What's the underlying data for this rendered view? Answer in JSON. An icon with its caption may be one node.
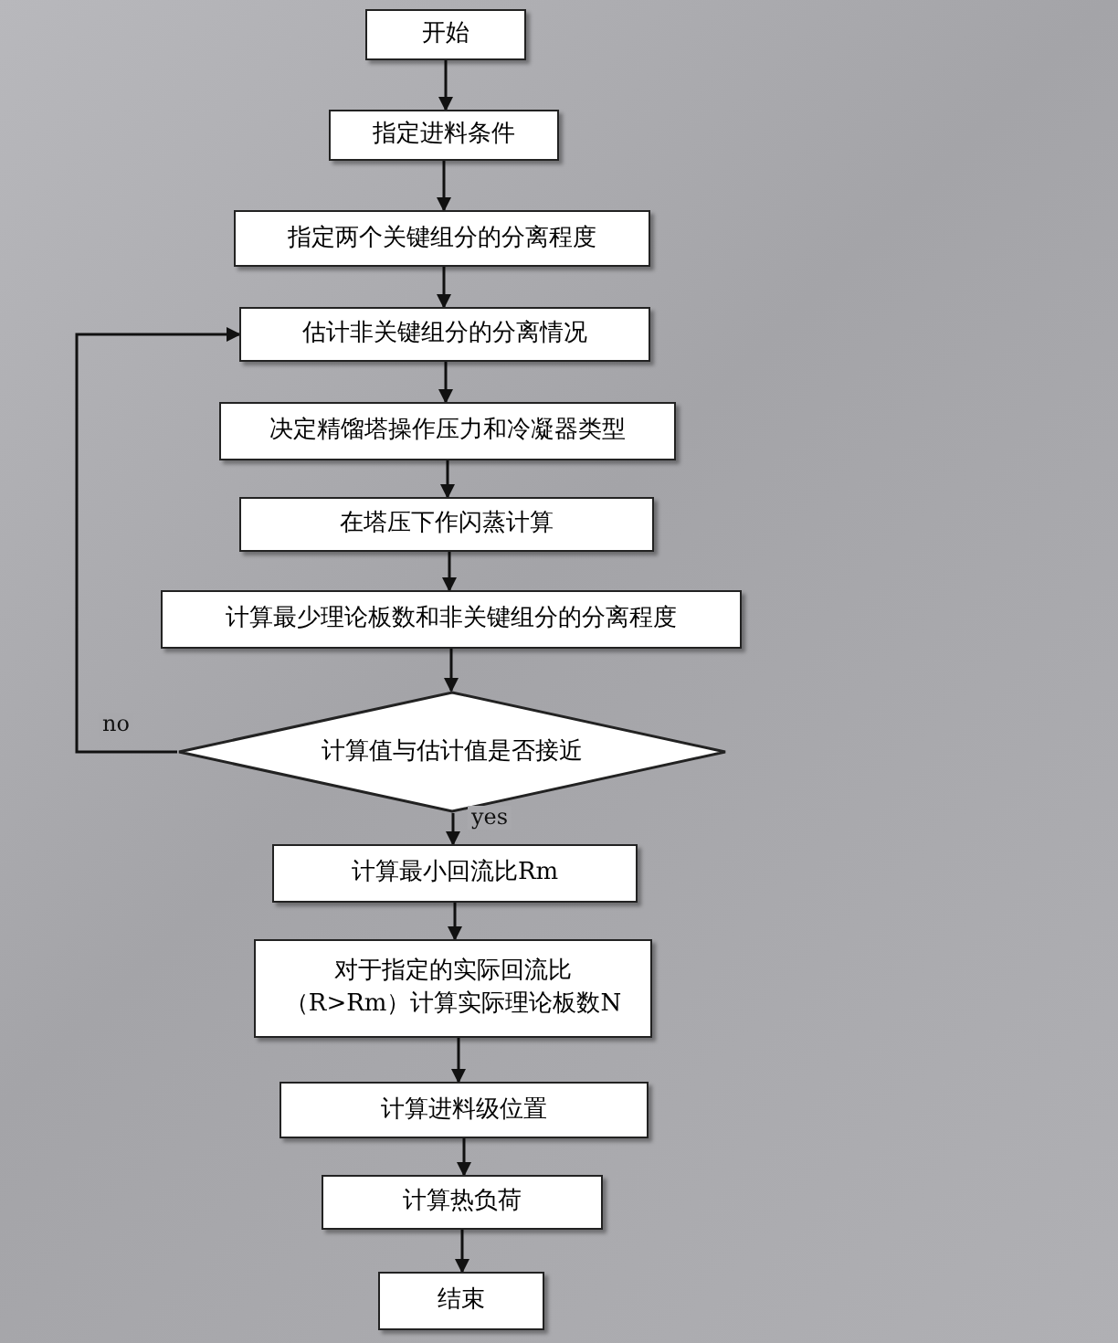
{
  "diagram": {
    "nodes": [
      {
        "text": [
          "开始"
        ]
      },
      {
        "text": [
          "指定进料条件"
        ]
      },
      {
        "text": [
          "指定两个关键组分的分离程度"
        ]
      },
      {
        "text": [
          "估计非关键组分的分离情况"
        ]
      },
      {
        "text": [
          "决定精馏塔操作压力和冷凝器类型"
        ]
      },
      {
        "text": [
          "在塔压下作闪蒸计算"
        ]
      },
      {
        "text": [
          "计算最少理论板数和非关键组分的分离程度"
        ]
      },
      {
        "text": [
          "计算值与估计值是否接近"
        ]
      },
      {
        "text": [
          "计算最小回流比Rm"
        ]
      },
      {
        "text": [
          "对于指定的实际回流比（R>Rm）计算实际理论板数N"
        ]
      },
      {
        "text": [
          "计算进料级位置"
        ]
      },
      {
        "text": [
          "计算热负荷"
        ]
      },
      {
        "text": [
          "结束"
        ]
      }
    ],
    "edges": [
      {
        "from": 0,
        "to": 1,
        "arrow": "to"
      },
      {
        "from": 1,
        "to": 2,
        "arrow": "to"
      },
      {
        "from": 2,
        "to": 3,
        "arrow": "to"
      },
      {
        "from": 3,
        "to": 4,
        "arrow": "to"
      },
      {
        "from": 4,
        "to": 5,
        "arrow": "to"
      },
      {
        "from": 5,
        "to": 6,
        "arrow": "to"
      },
      {
        "from": 6,
        "to": 7,
        "arrow": "to"
      },
      {
        "from": 7,
        "to": 8,
        "arrow": "to",
        "label": "yes"
      },
      {
        "from": 7,
        "to": 3,
        "arrow": "to",
        "label": "no"
      },
      {
        "from": 8,
        "to": 9,
        "arrow": "to"
      },
      {
        "from": 9,
        "to": 10,
        "arrow": "to"
      },
      {
        "from": 10,
        "to": 11,
        "arrow": "to"
      },
      {
        "from": 11,
        "to": 12,
        "arrow": "to"
      }
    ]
  }
}
